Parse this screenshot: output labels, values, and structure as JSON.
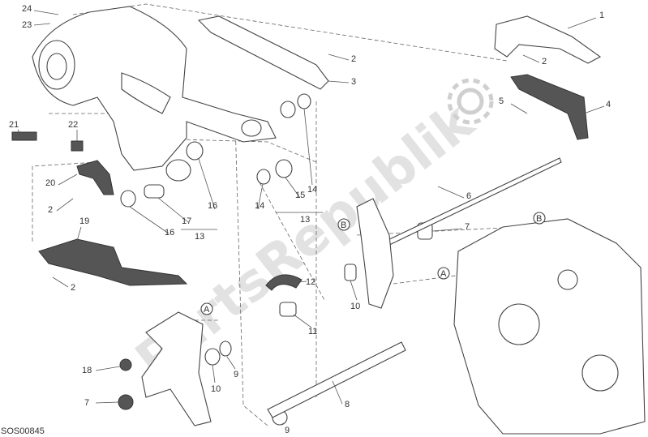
{
  "diagram_code": "SOS00845",
  "watermark": "PartsRepublik",
  "callouts": [
    "24",
    "23",
    "1",
    "2",
    "2",
    "3",
    "4",
    "5",
    "21",
    "22",
    "20",
    "2",
    "19",
    "2",
    "16",
    "17",
    "16",
    "13",
    "14",
    "15",
    "14",
    "13",
    "6",
    "7",
    "12",
    "11",
    "10",
    "18",
    "10",
    "9",
    "7",
    "8",
    "9"
  ],
  "reference_markers": [
    "B",
    "B",
    "A",
    "A"
  ],
  "colors": {
    "line": "#444444",
    "watermark": "#d8d8d8"
  }
}
